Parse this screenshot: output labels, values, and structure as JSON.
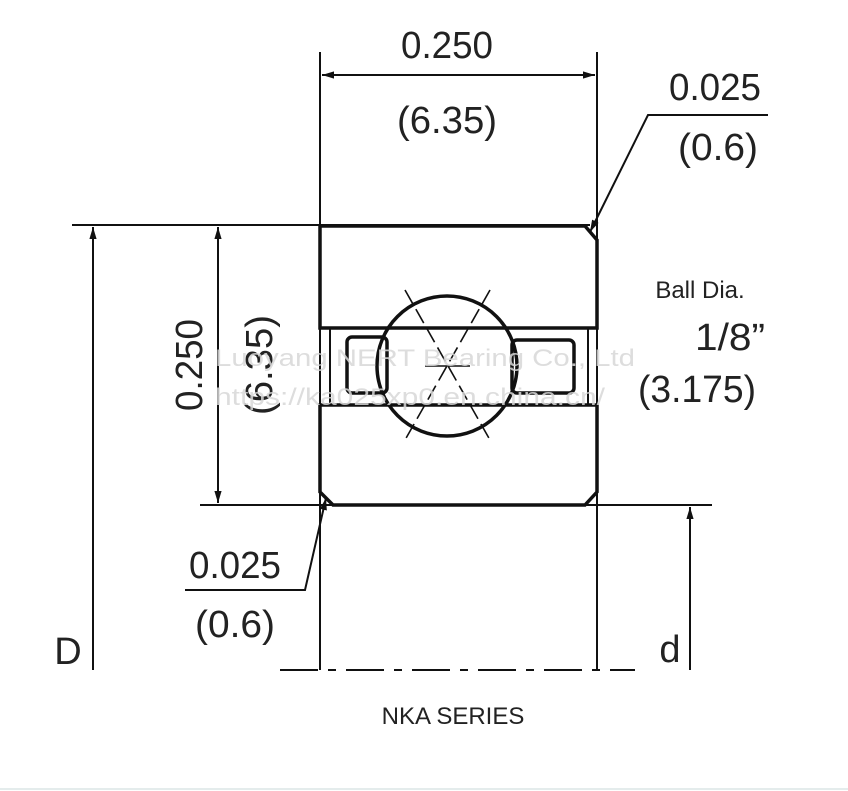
{
  "title": "NKA SERIES",
  "dimensions": {
    "width_in": "0.250",
    "width_mm": "(6.35)",
    "height_in": "0.250",
    "height_mm": "(6.35)",
    "chamfer_top_in": "0.025",
    "chamfer_top_mm": "(0.6)",
    "chamfer_bottom_in": "0.025",
    "chamfer_bottom_mm": "(0.6)",
    "outer_diameter_label": "D",
    "inner_diameter_label": "d"
  },
  "ball": {
    "label": "Ball Dia.",
    "size_in": "1/8”",
    "size_mm": "(3.175)"
  },
  "watermark": {
    "line1": "Luoyang NERT Bearing Co., Ltd",
    "line2": "https://ka025xp0.en.china.cn/"
  }
}
